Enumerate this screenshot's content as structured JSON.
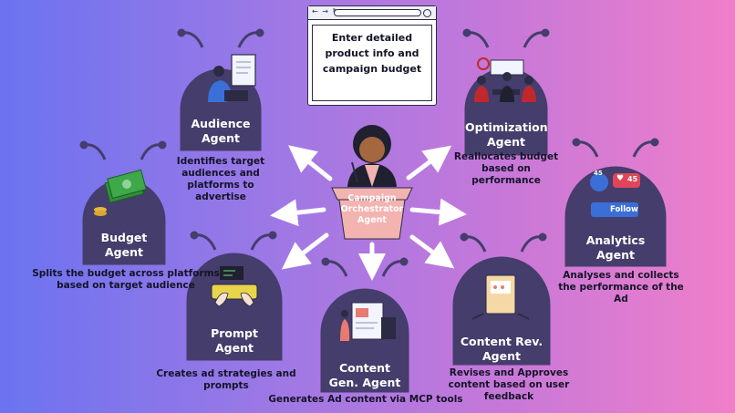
{
  "browser": {
    "nav": "← → ↻",
    "text": "Enter detailed product info and campaign budget"
  },
  "orchestrator": {
    "label": "Campaign Orchestrator Agent"
  },
  "agents": {
    "audience": {
      "title": "Audience Agent",
      "desc": "Identifies target audiences and platforms to advertise"
    },
    "optimization": {
      "title": "Optimization Agent",
      "desc": "Reallocates budget based on performance"
    },
    "budget": {
      "title": "Budget Agent",
      "desc": "Splits the budget across platforms based on target audience"
    },
    "analytics": {
      "title": "Analytics Agent",
      "desc": "Analyses and collects the performance of the Ad",
      "badge_likes": "45",
      "badge_count": "45",
      "follow_label": "Follow"
    },
    "prompt": {
      "title": "Prompt Agent",
      "desc": "Creates ad strategies and prompts"
    },
    "content_gen": {
      "title": "Content Gen. Agent",
      "desc": "Generates Ad content via MCP tools"
    },
    "content_rev": {
      "title": "Content Rev. Agent",
      "desc": "Revises and Approves content based on user feedback"
    }
  },
  "colors": {
    "head": "#453d6c",
    "arrow": "#ffffff",
    "podium": "#f3b3b0",
    "money": "#2f8f3a",
    "follow": "#3b6fd8"
  }
}
